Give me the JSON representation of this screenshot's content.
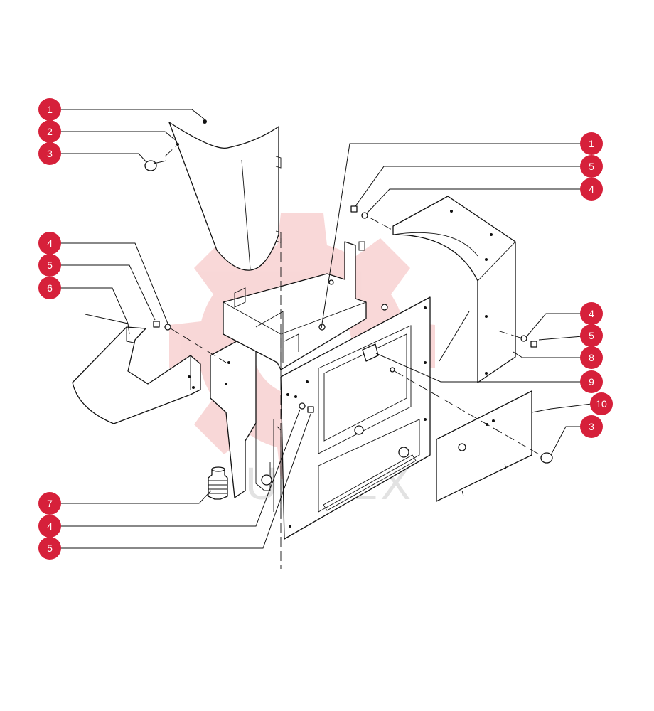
{
  "watermark": {
    "text": "UHTEX",
    "gear_color": "#f4b8b8"
  },
  "colors": {
    "badge": "#d6203a",
    "line": "#111111"
  },
  "callouts": [
    {
      "label": "1"
    },
    {
      "label": "2"
    },
    {
      "label": "3"
    },
    {
      "label": "4"
    },
    {
      "label": "5"
    },
    {
      "label": "6"
    },
    {
      "label": "7"
    },
    {
      "label": "4"
    },
    {
      "label": "5"
    },
    {
      "label": "1"
    },
    {
      "label": "5"
    },
    {
      "label": "4"
    },
    {
      "label": "4"
    },
    {
      "label": "5"
    },
    {
      "label": "8"
    },
    {
      "label": "9"
    },
    {
      "label": "10"
    },
    {
      "label": "3"
    }
  ]
}
